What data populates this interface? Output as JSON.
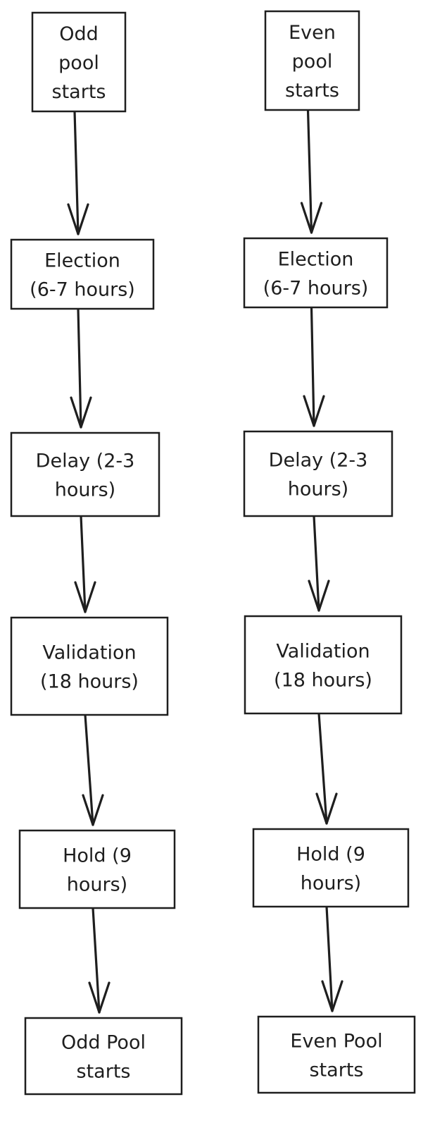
{
  "colors": {
    "stroke": "#1e1e1e",
    "background": "#ffffff"
  },
  "columns": [
    {
      "name": "odd",
      "nodes": [
        {
          "lines": [
            "Odd",
            "pool",
            "starts"
          ]
        },
        {
          "lines": [
            "Election",
            "(6-7 hours)"
          ]
        },
        {
          "lines": [
            "Delay (2-3",
            "hours)"
          ]
        },
        {
          "lines": [
            "Validation",
            "(18 hours)"
          ]
        },
        {
          "lines": [
            "Hold (9",
            "hours)"
          ]
        },
        {
          "lines": [
            "Odd Pool",
            "starts"
          ]
        }
      ]
    },
    {
      "name": "even",
      "nodes": [
        {
          "lines": [
            "Even",
            "pool",
            "starts"
          ]
        },
        {
          "lines": [
            "Election",
            "(6-7 hours)"
          ]
        },
        {
          "lines": [
            "Delay (2-3",
            "hours)"
          ]
        },
        {
          "lines": [
            "Validation",
            "(18 hours)"
          ]
        },
        {
          "lines": [
            "Hold (9",
            "hours)"
          ]
        },
        {
          "lines": [
            "Even Pool",
            "starts"
          ]
        }
      ]
    }
  ]
}
